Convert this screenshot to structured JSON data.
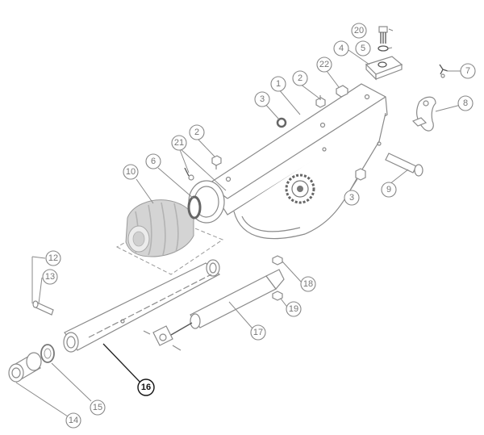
{
  "callouts": [
    {
      "id": "c1",
      "label": "1"
    },
    {
      "id": "c2a",
      "label": "2"
    },
    {
      "id": "c2b",
      "label": "2"
    },
    {
      "id": "c3a",
      "label": "3"
    },
    {
      "id": "c3b",
      "label": "3"
    },
    {
      "id": "c4",
      "label": "4"
    },
    {
      "id": "c5",
      "label": "5"
    },
    {
      "id": "c6",
      "label": "6"
    },
    {
      "id": "c7",
      "label": "7"
    },
    {
      "id": "c8",
      "label": "8"
    },
    {
      "id": "c9",
      "label": "9"
    },
    {
      "id": "c10",
      "label": "10"
    },
    {
      "id": "c12",
      "label": "12"
    },
    {
      "id": "c13",
      "label": "13"
    },
    {
      "id": "c14",
      "label": "14"
    },
    {
      "id": "c15",
      "label": "15"
    },
    {
      "id": "c16",
      "label": "16"
    },
    {
      "id": "c17",
      "label": "17"
    },
    {
      "id": "c18",
      "label": "18"
    },
    {
      "id": "c19",
      "label": "19"
    },
    {
      "id": "c20",
      "label": "20"
    },
    {
      "id": "c21",
      "label": "21"
    },
    {
      "id": "c22",
      "label": "22"
    }
  ],
  "highlight": "16"
}
